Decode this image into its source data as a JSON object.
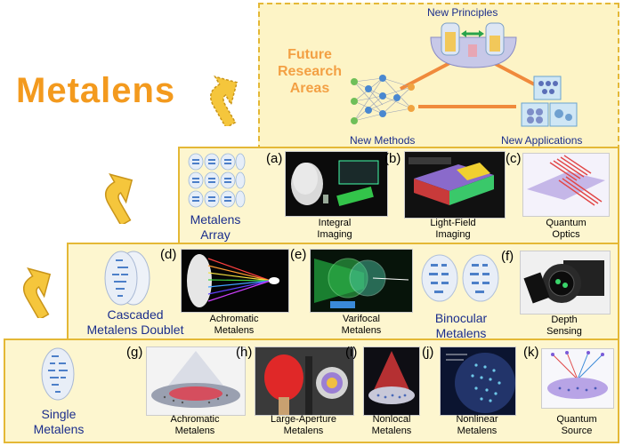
{
  "title": "Metalens",
  "future": {
    "label_lines": [
      "Future",
      "Research",
      "Areas"
    ],
    "new_principles": "New Principles",
    "new_methods": "New Methods",
    "new_applications": "New Applications"
  },
  "tier3": {
    "category_lines": [
      "Metalens",
      "Array"
    ],
    "panels": [
      {
        "letter": "(a)",
        "caption_lines": [
          "Integral",
          "Imaging"
        ]
      },
      {
        "letter": "(b)",
        "caption_lines": [
          "Light-Field",
          "Imaging"
        ]
      },
      {
        "letter": "(c)",
        "caption_lines": [
          "Quantum",
          "Optics"
        ]
      }
    ]
  },
  "tier2": {
    "category_lines": [
      "Cascaded",
      "Metalens Doublet"
    ],
    "binocular_lines": [
      "Binocular",
      "Metalens"
    ],
    "panels": [
      {
        "letter": "(d)",
        "caption_lines": [
          "Achromatic",
          "Metalens"
        ]
      },
      {
        "letter": "(e)",
        "caption_lines": [
          "Varifocal",
          "Metalens"
        ]
      },
      {
        "letter": "(f)",
        "caption_lines": [
          "Depth",
          "Sensing"
        ]
      }
    ]
  },
  "tier1": {
    "category_lines": [
      "Single",
      "Metalens"
    ],
    "panels": [
      {
        "letter": "(g)",
        "caption_lines": [
          "Achromatic",
          "Metalens"
        ]
      },
      {
        "letter": "(h)",
        "caption_lines": [
          "Large-Aperture",
          "Metalens"
        ]
      },
      {
        "letter": "(i)",
        "caption_lines": [
          "Nonlocal",
          "Metalens"
        ]
      },
      {
        "letter": "(j)",
        "caption_lines": [
          "Nonlinear",
          "Metalens"
        ]
      },
      {
        "letter": "(k)",
        "caption_lines": [
          "Quantum",
          "Source"
        ]
      }
    ]
  },
  "colors": {
    "accent_orange": "#f39a1e",
    "tier_fill": "#fdf6cf",
    "tier_border": "#e4b836",
    "label_blue": "#1b2e8c"
  }
}
